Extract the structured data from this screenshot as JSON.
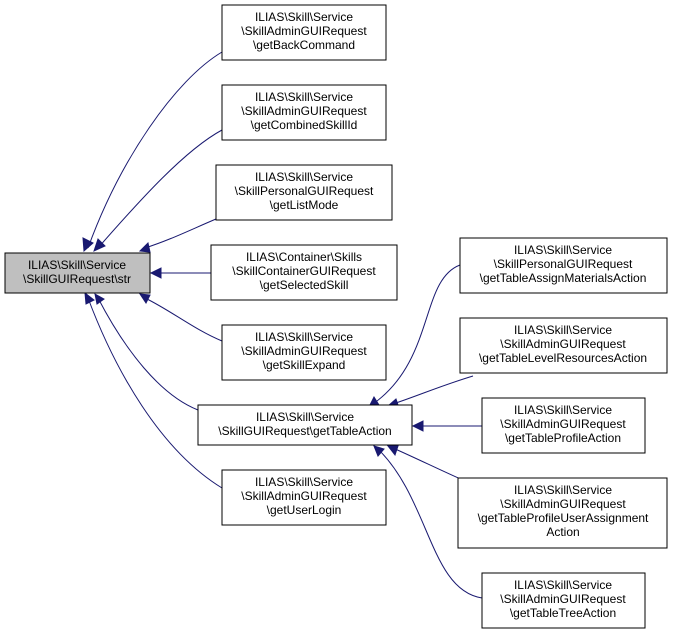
{
  "colors": {
    "edge": "#191970",
    "root_fill": "#bfbfbf",
    "node_fill": "#ffffff",
    "node_border": "#000000"
  },
  "nodes": {
    "str": [
      "ILIAS\\Skill\\Service",
      "\\SkillGUIRequest\\str"
    ],
    "getBackCommand": [
      "ILIAS\\Skill\\Service",
      "\\SkillAdminGUIRequest",
      "\\getBackCommand"
    ],
    "getCombinedSkillId": [
      "ILIAS\\Skill\\Service",
      "\\SkillAdminGUIRequest",
      "\\getCombinedSkillId"
    ],
    "getListMode": [
      "ILIAS\\Skill\\Service",
      "\\SkillPersonalGUIRequest",
      "\\getListMode"
    ],
    "getSelectedSkill": [
      "ILIAS\\Container\\Skills",
      "\\SkillContainerGUIRequest",
      "\\getSelectedSkill"
    ],
    "getSkillExpand": [
      "ILIAS\\Skill\\Service",
      "\\SkillAdminGUIRequest",
      "\\getSkillExpand"
    ],
    "getTableAction": [
      "ILIAS\\Skill\\Service",
      "\\SkillGUIRequest\\getTableAction"
    ],
    "getUserLogin": [
      "ILIAS\\Skill\\Service",
      "\\SkillAdminGUIRequest",
      "\\getUserLogin"
    ],
    "getTableAssignMaterialsAction": [
      "ILIAS\\Skill\\Service",
      "\\SkillPersonalGUIRequest",
      "\\getTableAssignMaterialsAction"
    ],
    "getTableLevelResourcesAction": [
      "ILIAS\\Skill\\Service",
      "\\SkillAdminGUIRequest",
      "\\getTableLevelResourcesAction"
    ],
    "getTableProfileAction": [
      "ILIAS\\Skill\\Service",
      "\\SkillAdminGUIRequest",
      "\\getTableProfileAction"
    ],
    "getTableProfileUserAssignmentAction": [
      "ILIAS\\Skill\\Service",
      "\\SkillAdminGUIRequest",
      "\\getTableProfileUserAssignment",
      "Action"
    ],
    "getTableTreeAction": [
      "ILIAS\\Skill\\Service",
      "\\SkillAdminGUIRequest",
      "\\getTableTreeAction"
    ]
  }
}
